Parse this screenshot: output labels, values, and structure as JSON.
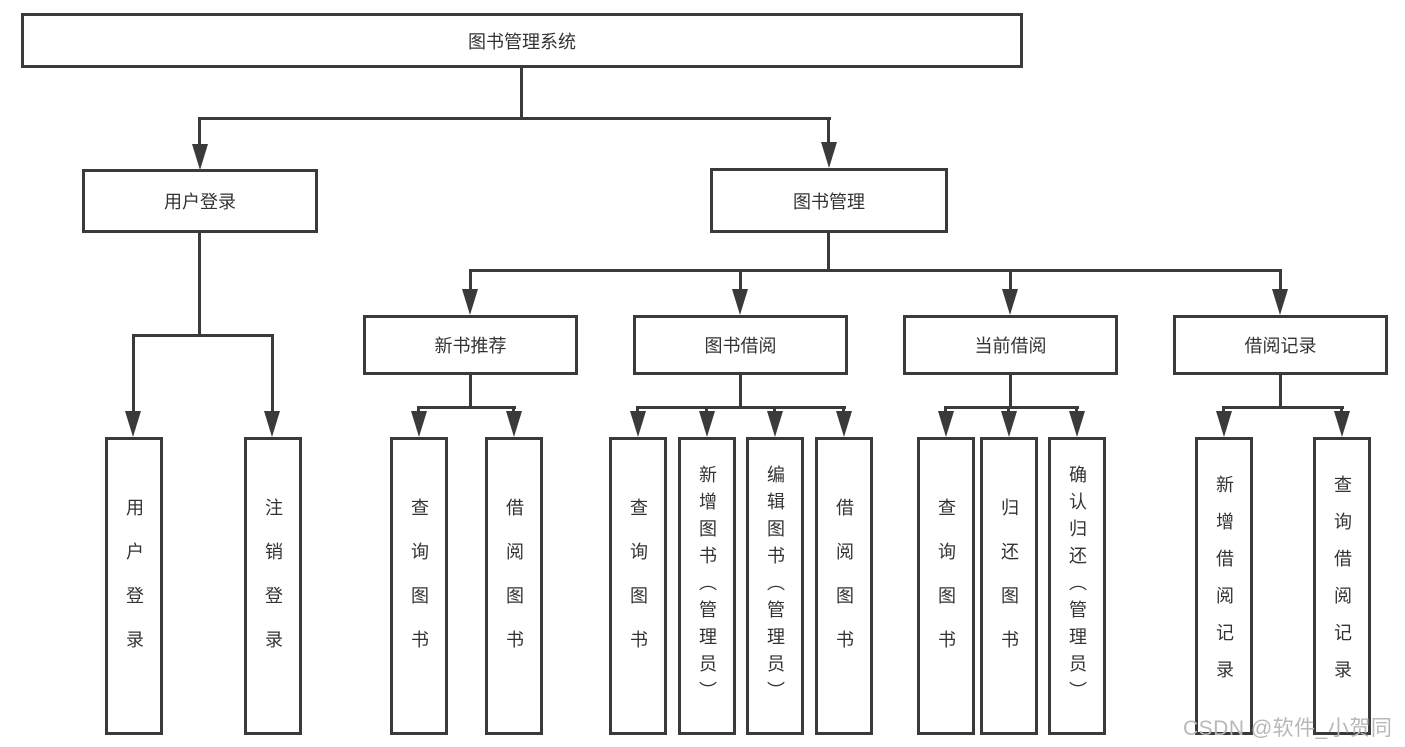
{
  "diagram": {
    "root": "图书管理系统",
    "level2": [
      {
        "label": "用户登录",
        "leaves": [
          "用户登录",
          "注销登录"
        ]
      },
      {
        "label": "图书管理",
        "sections": [
          {
            "label": "新书推荐",
            "leaves": [
              "查询图书",
              "借阅图书"
            ]
          },
          {
            "label": "图书借阅",
            "leaves": [
              "查询图书",
              "新增图书（管理员）",
              "编辑图书（管理员）",
              "借阅图书"
            ]
          },
          {
            "label": "当前借阅",
            "leaves": [
              "查询图书",
              "归还图书",
              "确认归还（管理员）"
            ]
          },
          {
            "label": "借阅记录",
            "leaves": [
              "新增借阅记录",
              "查询借阅记录"
            ]
          }
        ]
      }
    ]
  },
  "watermark": "CSDN @软件_小贺同学",
  "colors": {
    "line": "#3a3a3a",
    "text": "#333333",
    "bg": "#ffffff",
    "watermark": "#b8b8b8"
  }
}
